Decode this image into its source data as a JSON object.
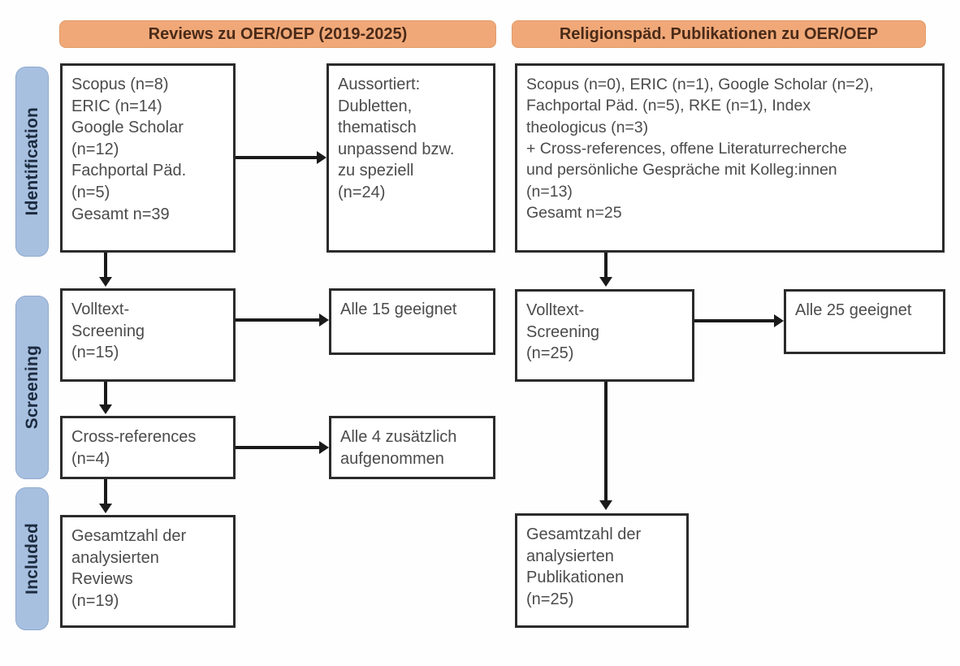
{
  "stages": [
    {
      "label": "Identification"
    },
    {
      "label": "Screening"
    },
    {
      "label": "Included"
    }
  ],
  "columns": [
    {
      "header": "Reviews zu OER/OEP (2019-2025)"
    },
    {
      "header": "Religionspäd. Publikationen zu OER/OEP"
    }
  ],
  "left_column": {
    "identification_sources": {
      "lines": [
        "Scopus (n=8)",
        "ERIC (n=14)",
        "Google Scholar",
        "(n=12)",
        "Fachportal Päd.",
        "(n=5)",
        "Gesamt n=39"
      ]
    },
    "excluded": {
      "lines": [
        "Aussortiert:",
        "Dubletten,",
        "thematisch",
        "unpassend bzw.",
        "zu speziell",
        "(n=24)"
      ]
    },
    "fulltext_screening": {
      "lines": [
        "Volltext-",
        "Screening",
        "(n=15)"
      ]
    },
    "fulltext_result": {
      "lines": [
        "Alle 15 geeignet"
      ]
    },
    "cross_references": {
      "lines": [
        "Cross-references",
        "(n=4)"
      ]
    },
    "cross_references_result": {
      "lines": [
        "Alle 4 zusätzlich",
        "aufgenommen"
      ]
    },
    "included": {
      "lines": [
        "Gesamtzahl der",
        "analysierten",
        "Reviews",
        "(n=19)"
      ]
    }
  },
  "right_column": {
    "identification_sources": {
      "lines": [
        "Scopus (n=0), ERIC (n=1), Google Scholar (n=2),",
        "Fachportal Päd. (n=5), RKE (n=1), Index",
        "theologicus (n=3)",
        "+ Cross-references, offene Literaturrecherche",
        "und persönliche Gespräche mit Kolleg:innen",
        "(n=13)",
        "Gesamt n=25"
      ]
    },
    "fulltext_screening": {
      "lines": [
        "Volltext-",
        "Screening",
        "(n=25)"
      ]
    },
    "fulltext_result": {
      "lines": [
        "Alle 25 geeignet"
      ]
    },
    "included": {
      "lines": [
        "Gesamtzahl der",
        "analysierten",
        "Publikationen",
        "(n=25)"
      ]
    }
  },
  "colors": {
    "header_orange": "#f0a878",
    "stage_blue": "#a8c0e0",
    "box_border": "#2b2b2b",
    "text_gray": "#4b4b4b"
  }
}
